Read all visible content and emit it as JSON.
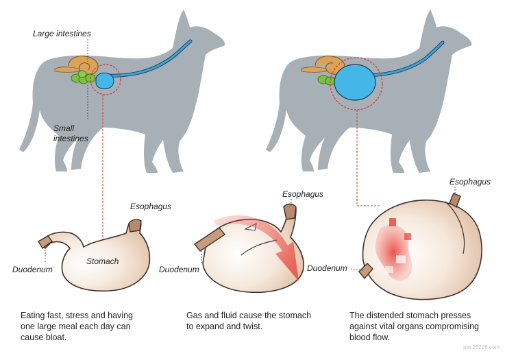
{
  "colors": {
    "dog_silhouette": "#a7b0b7",
    "esophagus_blue": "#3aa6dc",
    "stomach_blue": "#45b6e8",
    "large_intestine": "#d9a35a",
    "small_intestine": "#7bc142",
    "stomach_skin": "#ecd2bd",
    "stomach_outline": "#3d2f2a",
    "inflammation": "#e8433a",
    "twist_arrow": "#e8433a",
    "leader_line": "#d6332a"
  },
  "labels": {
    "large_intestines": "Large intestines",
    "small_intestines_1": "Small",
    "small_intestines_2": "intestines",
    "esophagus_1": "Esophagus",
    "esophagus_2": "Esophagus",
    "esophagus_3": "Esophagus",
    "duodenum_1": "Duodenum",
    "duodenum_2": "Duodenum",
    "duodenum_3": "Duodenum",
    "stomach": "Stomach"
  },
  "captions": {
    "panel_1": [
      "Eating fast, stress and having",
      "one large meal each day can",
      "cause bloat."
    ],
    "panel_2": [
      "Gas and fluid cause the stomach",
      "to expand and twist."
    ],
    "panel_3": [
      "The distended stomach presses",
      "against vital organs compromising",
      "blood flow."
    ]
  },
  "watermark": "pet.26226.com"
}
